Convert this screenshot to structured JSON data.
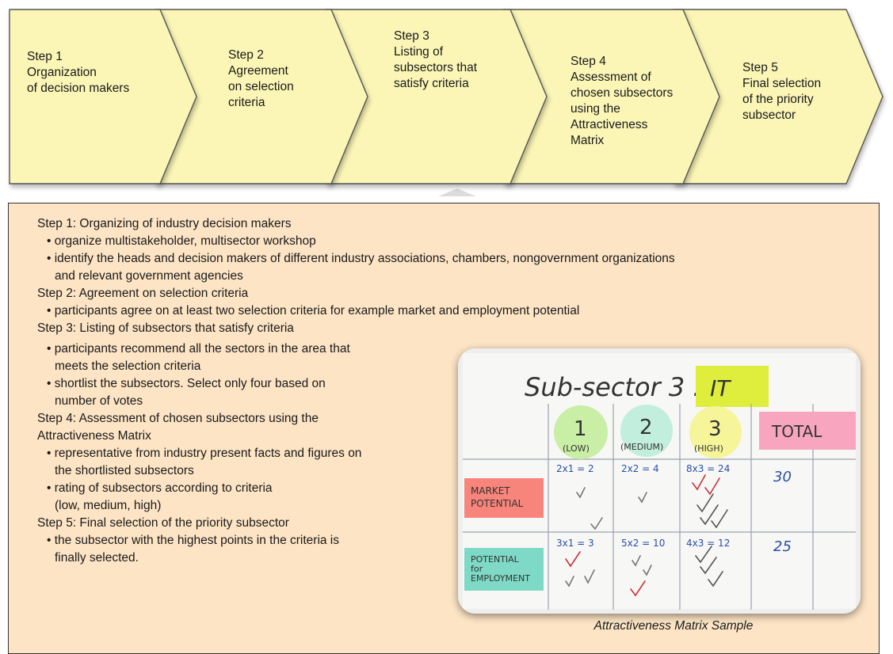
{
  "steps": [
    {
      "title": "Step 1",
      "lines": [
        "Organization",
        "of decision makers"
      ]
    },
    {
      "title": "Step 2",
      "lines": [
        "Agreement",
        "on selection",
        "criteria"
      ]
    },
    {
      "title": "Step 3",
      "lines": [
        "Listing of",
        "subsectors that",
        "satisfy criteria"
      ]
    },
    {
      "title": "Step 4",
      "lines": [
        "Assessment of",
        "chosen subsectors",
        "using the",
        "Attractiveness",
        "Matrix"
      ]
    },
    {
      "title": "Step 5",
      "lines": [
        "Final selection",
        "of the priority",
        "subsector"
      ]
    }
  ],
  "details": [
    {
      "type": "heading",
      "text": "Step 1:  Organizing of industry decision makers"
    },
    {
      "type": "bullet",
      "text": "• organize multistakeholder, multisector workshop"
    },
    {
      "type": "bullet",
      "text": "• identify the heads and decision makers of different industry associations, chambers, nongovernment organizations"
    },
    {
      "type": "cont",
      "text": "and relevant government agencies"
    },
    {
      "type": "heading",
      "text": "Step 2:  Agreement on selection criteria"
    },
    {
      "type": "bullet",
      "text": "• participants agree on at least two selection criteria for example market and employment potential"
    },
    {
      "type": "heading",
      "text": "Step 3:  Listing of subsectors that satisfy criteria"
    },
    {
      "type": "bullet",
      "text": "• participants recommend all the sectors in the area that"
    },
    {
      "type": "cont",
      "text": "meets the selection criteria"
    },
    {
      "type": "bullet",
      "text": "• shortlist the subsectors. Select only four based on"
    },
    {
      "type": "cont",
      "text": "number of votes"
    },
    {
      "type": "heading",
      "text": "Step 4:  Assessment of chosen subsectors using the"
    },
    {
      "type": "heading",
      "text": "Attractiveness Matrix"
    },
    {
      "type": "bullet",
      "text": "• representative from industry present facts and figures on"
    },
    {
      "type": "cont",
      "text": "the shortlisted subsectors"
    },
    {
      "type": "bullet",
      "text": "• rating of subsectors according to criteria"
    },
    {
      "type": "cont",
      "text": "(low, medium, high)"
    },
    {
      "type": "heading",
      "text": "Step 5: Final selection of the priority subsector"
    },
    {
      "type": "bullet",
      "text": "• the subsector with the highest points in the criteria is"
    },
    {
      "type": "cont",
      "text": "finally selected."
    }
  ],
  "matrix_photo": {
    "title": "Sub-sector 3 :",
    "subsector": "IT",
    "columns": [
      {
        "num": "1",
        "label": "(LOW)",
        "color": "#c9eea5"
      },
      {
        "num": "2",
        "label": "(MEDIUM)",
        "color": "#c2eede"
      },
      {
        "num": "3",
        "label": "(HIGH)",
        "color": "#f6f59a"
      }
    ],
    "total_label": "TOTAL",
    "rows": [
      {
        "label": [
          "MARKET",
          "POTENTIAL"
        ],
        "color": "#f8857c",
        "cells": [
          "2x1 = 2",
          "2x2 = 4",
          "8x3 = 24"
        ],
        "total": "30"
      },
      {
        "label": [
          "POTENTIAL",
          "for",
          "EMPLOYMENT"
        ],
        "color": "#7ed9c6",
        "cells": [
          "3x1 = 3",
          "5x2 = 10",
          "4x3 = 12"
        ],
        "total": "25"
      }
    ]
  },
  "caption": "Attractiveness Matrix Sample",
  "colors": {
    "arrow_fill": "#fbf6b6",
    "panel_fill": "#fde4c5"
  }
}
